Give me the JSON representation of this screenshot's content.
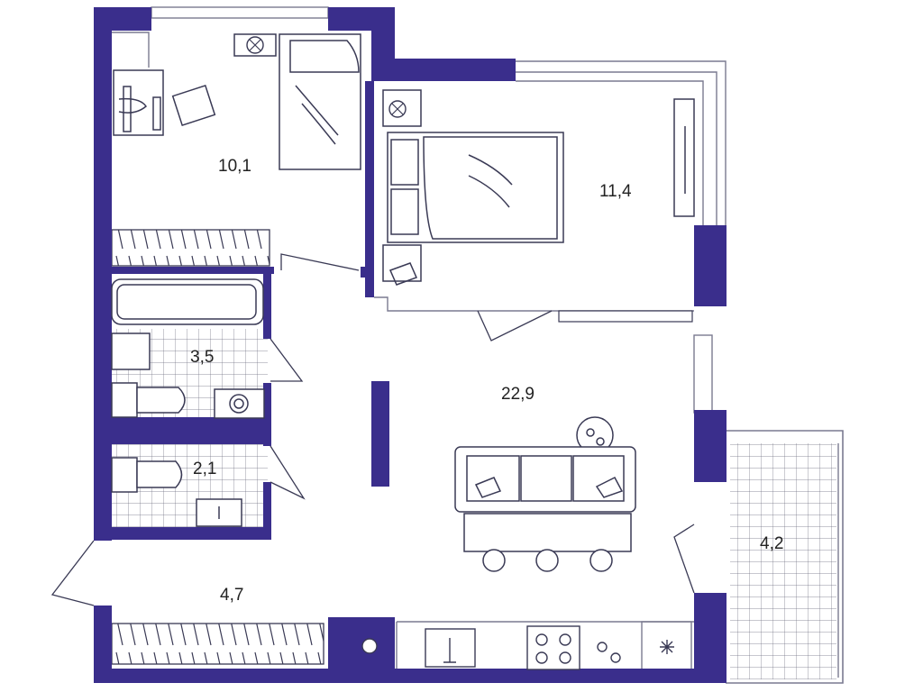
{
  "colors": {
    "wall": "#3a2e8c",
    "line": "#7a7a90",
    "fixture": "#3a3a55",
    "background": "#ffffff"
  },
  "rooms": [
    {
      "id": "bedroom-small",
      "area": "10,1"
    },
    {
      "id": "bedroom-large",
      "area": "11,4"
    },
    {
      "id": "bathroom",
      "area": "3,5"
    },
    {
      "id": "toilet",
      "area": "2,1"
    },
    {
      "id": "living-kitchen",
      "area": "22,9"
    },
    {
      "id": "hallway",
      "area": "4,7"
    },
    {
      "id": "balcony",
      "area": "4,2"
    }
  ],
  "icons": [
    "fan-icon",
    "snowflake-icon"
  ]
}
